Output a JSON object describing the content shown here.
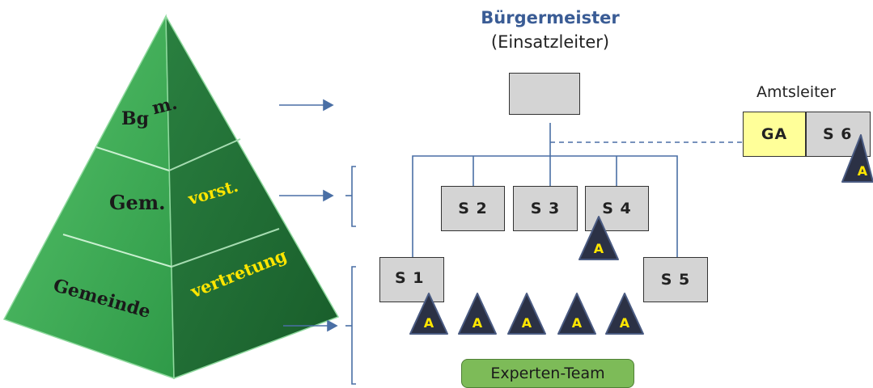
{
  "head": {
    "title": "Bürgermeister",
    "subtitle": "(Einsatzleiter)"
  },
  "amtsleiter_label": "Amtsleiter",
  "pyramid": {
    "top_left": "Bg",
    "top_right": "m.",
    "mid_left": "Gem.",
    "mid_right": "vorst.",
    "bottom_left": "Gemeinde",
    "bottom_right": "vertretung"
  },
  "units": {
    "ga": "GA",
    "s1": "S 1",
    "s2": "S 2",
    "s3": "S 3",
    "s4": "S 4",
    "s5": "S 5",
    "s6": "S 6"
  },
  "advisor_letter": "A",
  "expert_team": "Experten-Team",
  "colors": {
    "pyramid_light": "#3fae55",
    "pyramid_dark": "#1f6e33",
    "box_gray": "#d4d4d4",
    "ga_yellow": "#ffff99",
    "line_blue": "#4a6fa5",
    "triangle_navy": "#2b3145",
    "triangle_text": "#ffe600",
    "expert_green": "#7dbb58",
    "title_blue": "#3a5c95"
  }
}
